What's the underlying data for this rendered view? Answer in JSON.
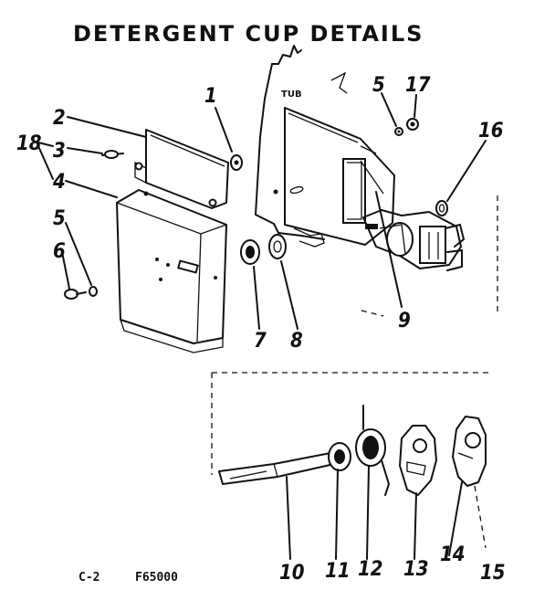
{
  "title": "DETERGENT CUP DETAILS",
  "tub_label": "TUB",
  "footer": {
    "page": "C-2",
    "figure": "F65000"
  },
  "callouts": {
    "c1": "1",
    "c2": "2",
    "c3": "3",
    "c4": "4",
    "c5a": "5",
    "c5b": "5",
    "c6": "6",
    "c7": "7",
    "c8": "8",
    "c9": "9",
    "c10": "10",
    "c11": "11",
    "c12": "12",
    "c13": "13",
    "c14": "14",
    "c15": "15",
    "c16": "16",
    "c17": "17",
    "c18": "18"
  }
}
